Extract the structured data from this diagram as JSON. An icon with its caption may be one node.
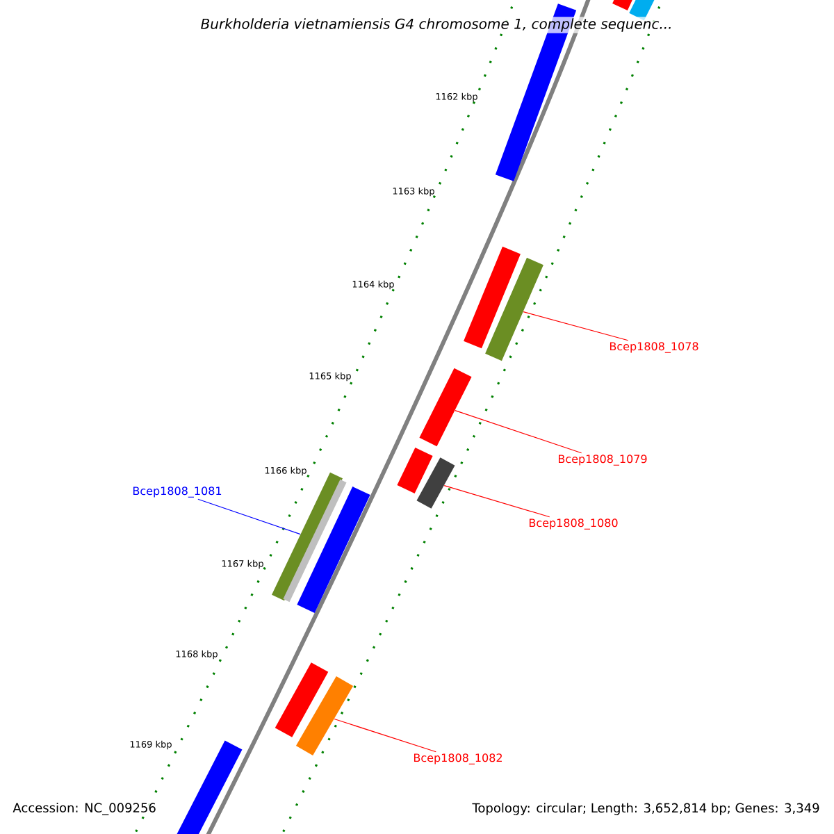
{
  "diagram": {
    "title": "Burkholderia vietnamiensis G4 chromosome 1, complete sequenc...",
    "nodes": [
      {
        "text": [
          "Bcep1808_1078"
        ]
      },
      {
        "text": [
          "Bcep1808_1079"
        ]
      },
      {
        "text": [
          "Bcep1808_1081"
        ]
      },
      {
        "text": [
          "Bcep1808_1080"
        ]
      },
      {
        "text": [
          "Bcep1808_1082"
        ]
      },
      {
        "text": [],
        "shape": "bar"
      },
      {
        "text": [],
        "shape": "bar"
      },
      {
        "text": [],
        "shape": "bar"
      },
      {
        "text": [],
        "shape": "bar"
      },
      {
        "text": [],
        "shape": "bar"
      },
      {
        "text": [],
        "shape": "bar"
      },
      {
        "text": [],
        "shape": "bar"
      },
      {
        "text": [],
        "shape": "bar"
      },
      {
        "text": [],
        "shape": "bar"
      },
      {
        "text": [],
        "shape": "bar"
      },
      {
        "text": [],
        "shape": "bar"
      },
      {
        "text": [],
        "shape": "bar"
      },
      {
        "text": [],
        "shape": "bar"
      },
      {
        "text": [],
        "shape": "bar"
      }
    ],
    "edges": [
      {
        "from": 0,
        "to": 5,
        "arrow": "none"
      },
      {
        "from": 1,
        "to": 6,
        "arrow": "none"
      },
      {
        "from": 2,
        "to": 7,
        "arrow": "none",
        "color": "#0000ff"
      },
      {
        "from": 3,
        "to": 8,
        "arrow": "none"
      },
      {
        "from": 4,
        "to": 9,
        "arrow": "none"
      }
    ],
    "labels": [
      "1162 kbp",
      "1163 kbp",
      "1164 kbp",
      "1165 kbp",
      "1166 kbp",
      "1167 kbp",
      "1168 kbp",
      "1169 kbp",
      "Accession: NC_009256",
      "Topology: circular; Length: 3,652,814 bp; Genes: 3,349"
    ]
  }
}
